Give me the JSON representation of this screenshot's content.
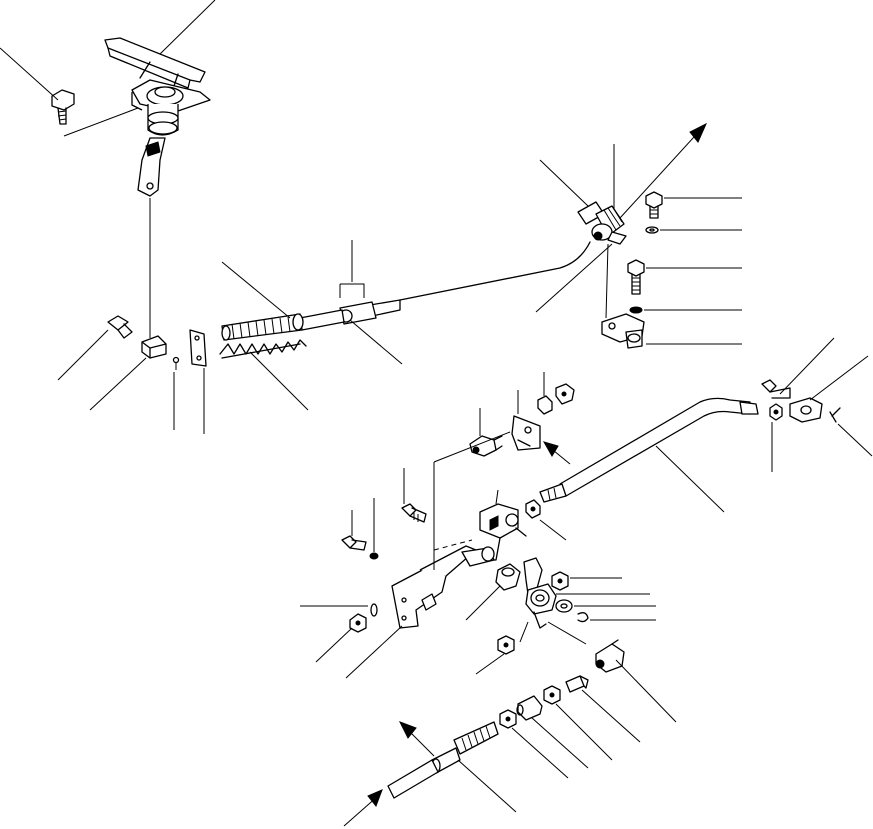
{
  "diagram": {
    "kind": "exploded-parts-drawing",
    "text_labels": [],
    "colors": {
      "ink": "#000000",
      "paper": "#ffffff"
    },
    "components": [
      "pedal-assembly",
      "bolt",
      "clevis",
      "cotter-pin",
      "plate",
      "push-pull-cable",
      "return-spring",
      "cable-clamp",
      "bracket",
      "washer",
      "lever",
      "rod",
      "nut",
      "ball-joint",
      "bushing"
    ]
  }
}
